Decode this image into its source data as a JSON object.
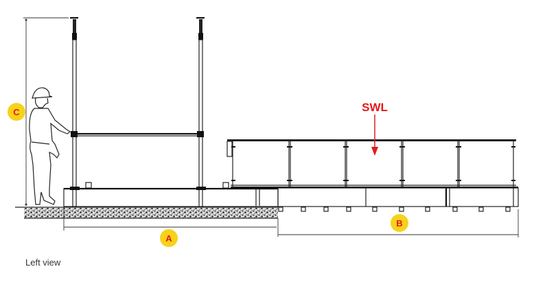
{
  "markers": {
    "a": "A",
    "b": "B",
    "c": "C"
  },
  "load_label": "SWL",
  "caption": "Left view",
  "colors": {
    "marker_fill": "#f7d21b",
    "marker_text": "#e01b1b",
    "load_arrow": "#e01b1b"
  }
}
